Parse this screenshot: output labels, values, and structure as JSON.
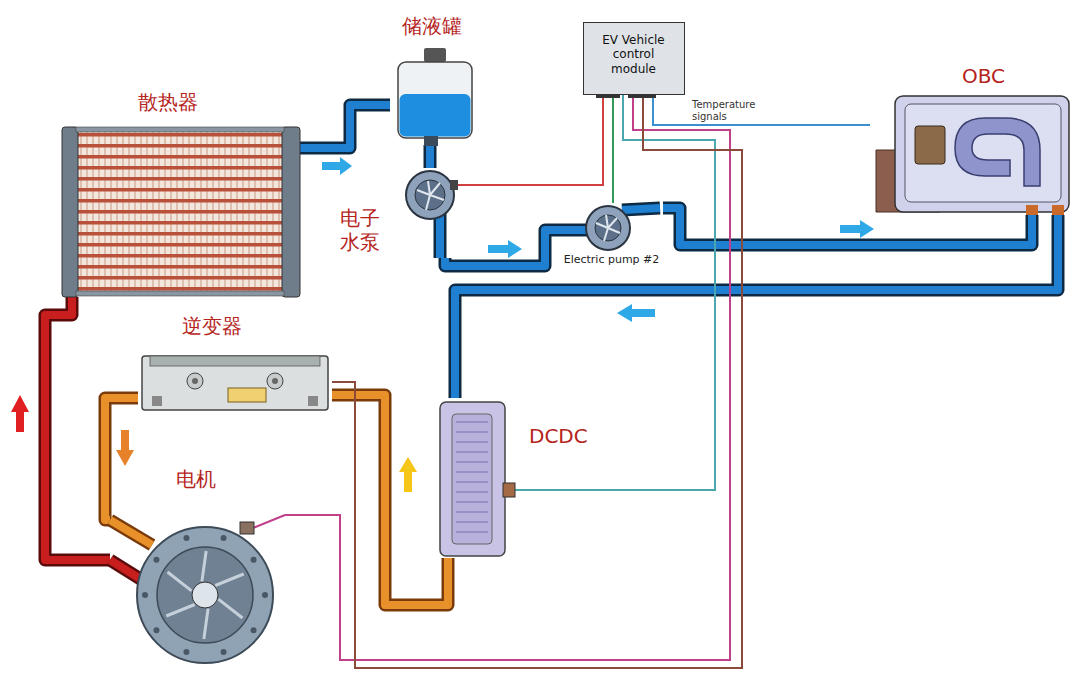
{
  "diagram": {
    "nodes": [
      {
        "text": [
          "散热器"
        ]
      },
      {
        "text": [
          "储液罐"
        ]
      },
      {
        "text": [
          "EV Vehicle control module"
        ]
      },
      {
        "text": [
          "OBC"
        ]
      },
      {
        "text": [
          "电子水泵"
        ]
      },
      {
        "text": [
          "Electric pump #2"
        ]
      },
      {
        "text": [
          "逆变器"
        ]
      },
      {
        "text": [
          "DCDC"
        ]
      },
      {
        "text": [
          "电机"
        ]
      }
    ],
    "edges": [
      {
        "from": 0,
        "to": 1,
        "arrow": "none"
      },
      {
        "from": 1,
        "to": 4,
        "arrow": "none"
      },
      {
        "from": 4,
        "to": 5,
        "arrow": "none"
      },
      {
        "from": 5,
        "to": 3,
        "arrow": "none"
      },
      {
        "from": 3,
        "to": 7,
        "arrow": "none"
      },
      {
        "from": 7,
        "to": 6,
        "arrow": "none"
      },
      {
        "from": 6,
        "to": 8,
        "arrow": "none"
      },
      {
        "from": 8,
        "to": 0,
        "arrow": "none"
      },
      {
        "from": 2,
        "to": 4,
        "arrow": "none"
      },
      {
        "from": 2,
        "to": 5,
        "arrow": "none"
      },
      {
        "from": 2,
        "to": 3,
        "label": "Temperature signals",
        "arrow": "none"
      },
      {
        "from": 2,
        "to": 7,
        "arrow": "none"
      },
      {
        "from": 2,
        "to": 8,
        "arrow": "none"
      },
      {
        "from": 2,
        "to": 6,
        "arrow": "none"
      }
    ]
  }
}
